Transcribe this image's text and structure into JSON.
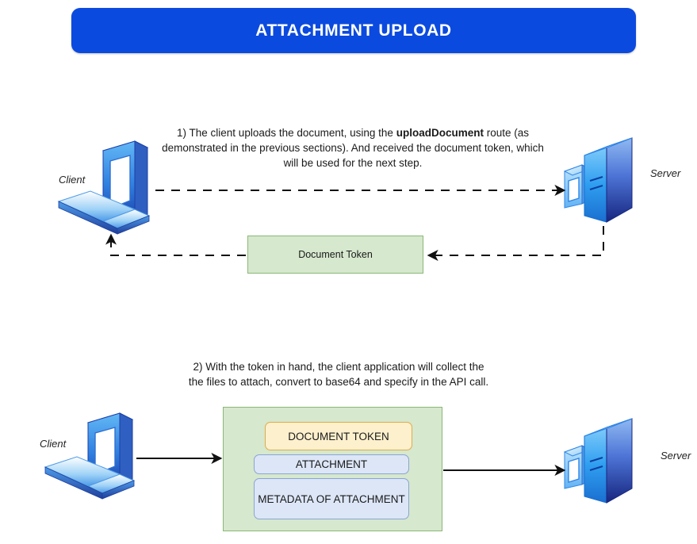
{
  "header": {
    "title": "ATTACHMENT UPLOAD",
    "banner_color": "#0b4adf",
    "text_color": "#ffffff"
  },
  "steps": [
    {
      "id": "step-1",
      "number": "1)",
      "text_line1_a": "1) The client uploads the document, using the ",
      "text_bold": "uploadDocument",
      "text_line2": " route (as demonstrated in the previous sections). And received the document token, which will be used for the next step.",
      "nodes": {
        "client_label": "Client",
        "server_label": "Server"
      },
      "box_label": "Document Token",
      "flow": [
        {
          "from": "client",
          "to": "server",
          "style": "dashed",
          "direction": "right"
        },
        {
          "from": "server",
          "to": "document-token",
          "style": "dashed",
          "direction": "left"
        },
        {
          "from": "document-token",
          "to": "client",
          "style": "dashed",
          "direction": "left-up"
        }
      ]
    },
    {
      "id": "step-2",
      "number": "2)",
      "text_line1": "2) With the token in hand, the client application will collect the",
      "text_line2": "the files to attach, convert to base64 and specify in the API call.",
      "nodes": {
        "client_label": "Client",
        "server_label": "Server"
      },
      "payload": {
        "items": [
          {
            "label": "DOCUMENT TOKEN",
            "fill": "#fdf0cd",
            "stroke": "#e0ab4a"
          },
          {
            "label": "ATTACHMENT",
            "fill": "#dce6f7",
            "stroke": "#8ba4d4"
          },
          {
            "label": "METADATA OF ATTACHMENT",
            "fill": "#dce6f7",
            "stroke": "#8ba4d4"
          }
        ],
        "container_fill": "#d6e8cd",
        "container_stroke": "#8ab877"
      },
      "flow": [
        {
          "from": "client",
          "to": "payload",
          "style": "solid",
          "direction": "right"
        },
        {
          "from": "payload",
          "to": "server",
          "style": "solid",
          "direction": "right"
        }
      ]
    }
  ],
  "colors": {
    "background": "#ffffff",
    "banner_blue": "#0b4adf",
    "green_fill": "#d6e8cd",
    "green_stroke": "#8ab877",
    "yellow_fill": "#fdf0cd",
    "yellow_stroke": "#e0ab4a",
    "blue_fill": "#dce6f7",
    "blue_stroke": "#8ba4d4",
    "line": "#111111",
    "device_blue_light": "#9fd6fb",
    "device_blue_mid": "#2f86e8",
    "device_blue_dark": "#1c3fa8"
  }
}
